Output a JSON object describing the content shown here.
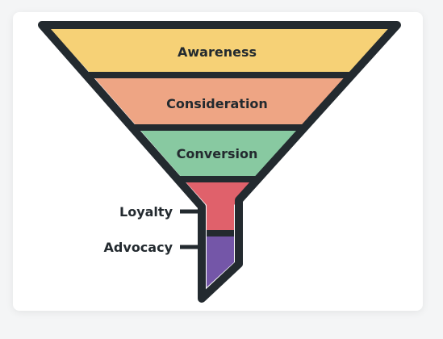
{
  "funnel": {
    "stages": [
      {
        "label": "Awareness",
        "color": "#f6d176"
      },
      {
        "label": "Consideration",
        "color": "#eea584"
      },
      {
        "label": "Conversion",
        "color": "#88c9a1"
      },
      {
        "label": "Loyalty",
        "color": "#e0616b"
      },
      {
        "label": "Advocacy",
        "color": "#7456a8"
      }
    ],
    "outline_color": "#232a2f",
    "background": "#ffffff"
  }
}
